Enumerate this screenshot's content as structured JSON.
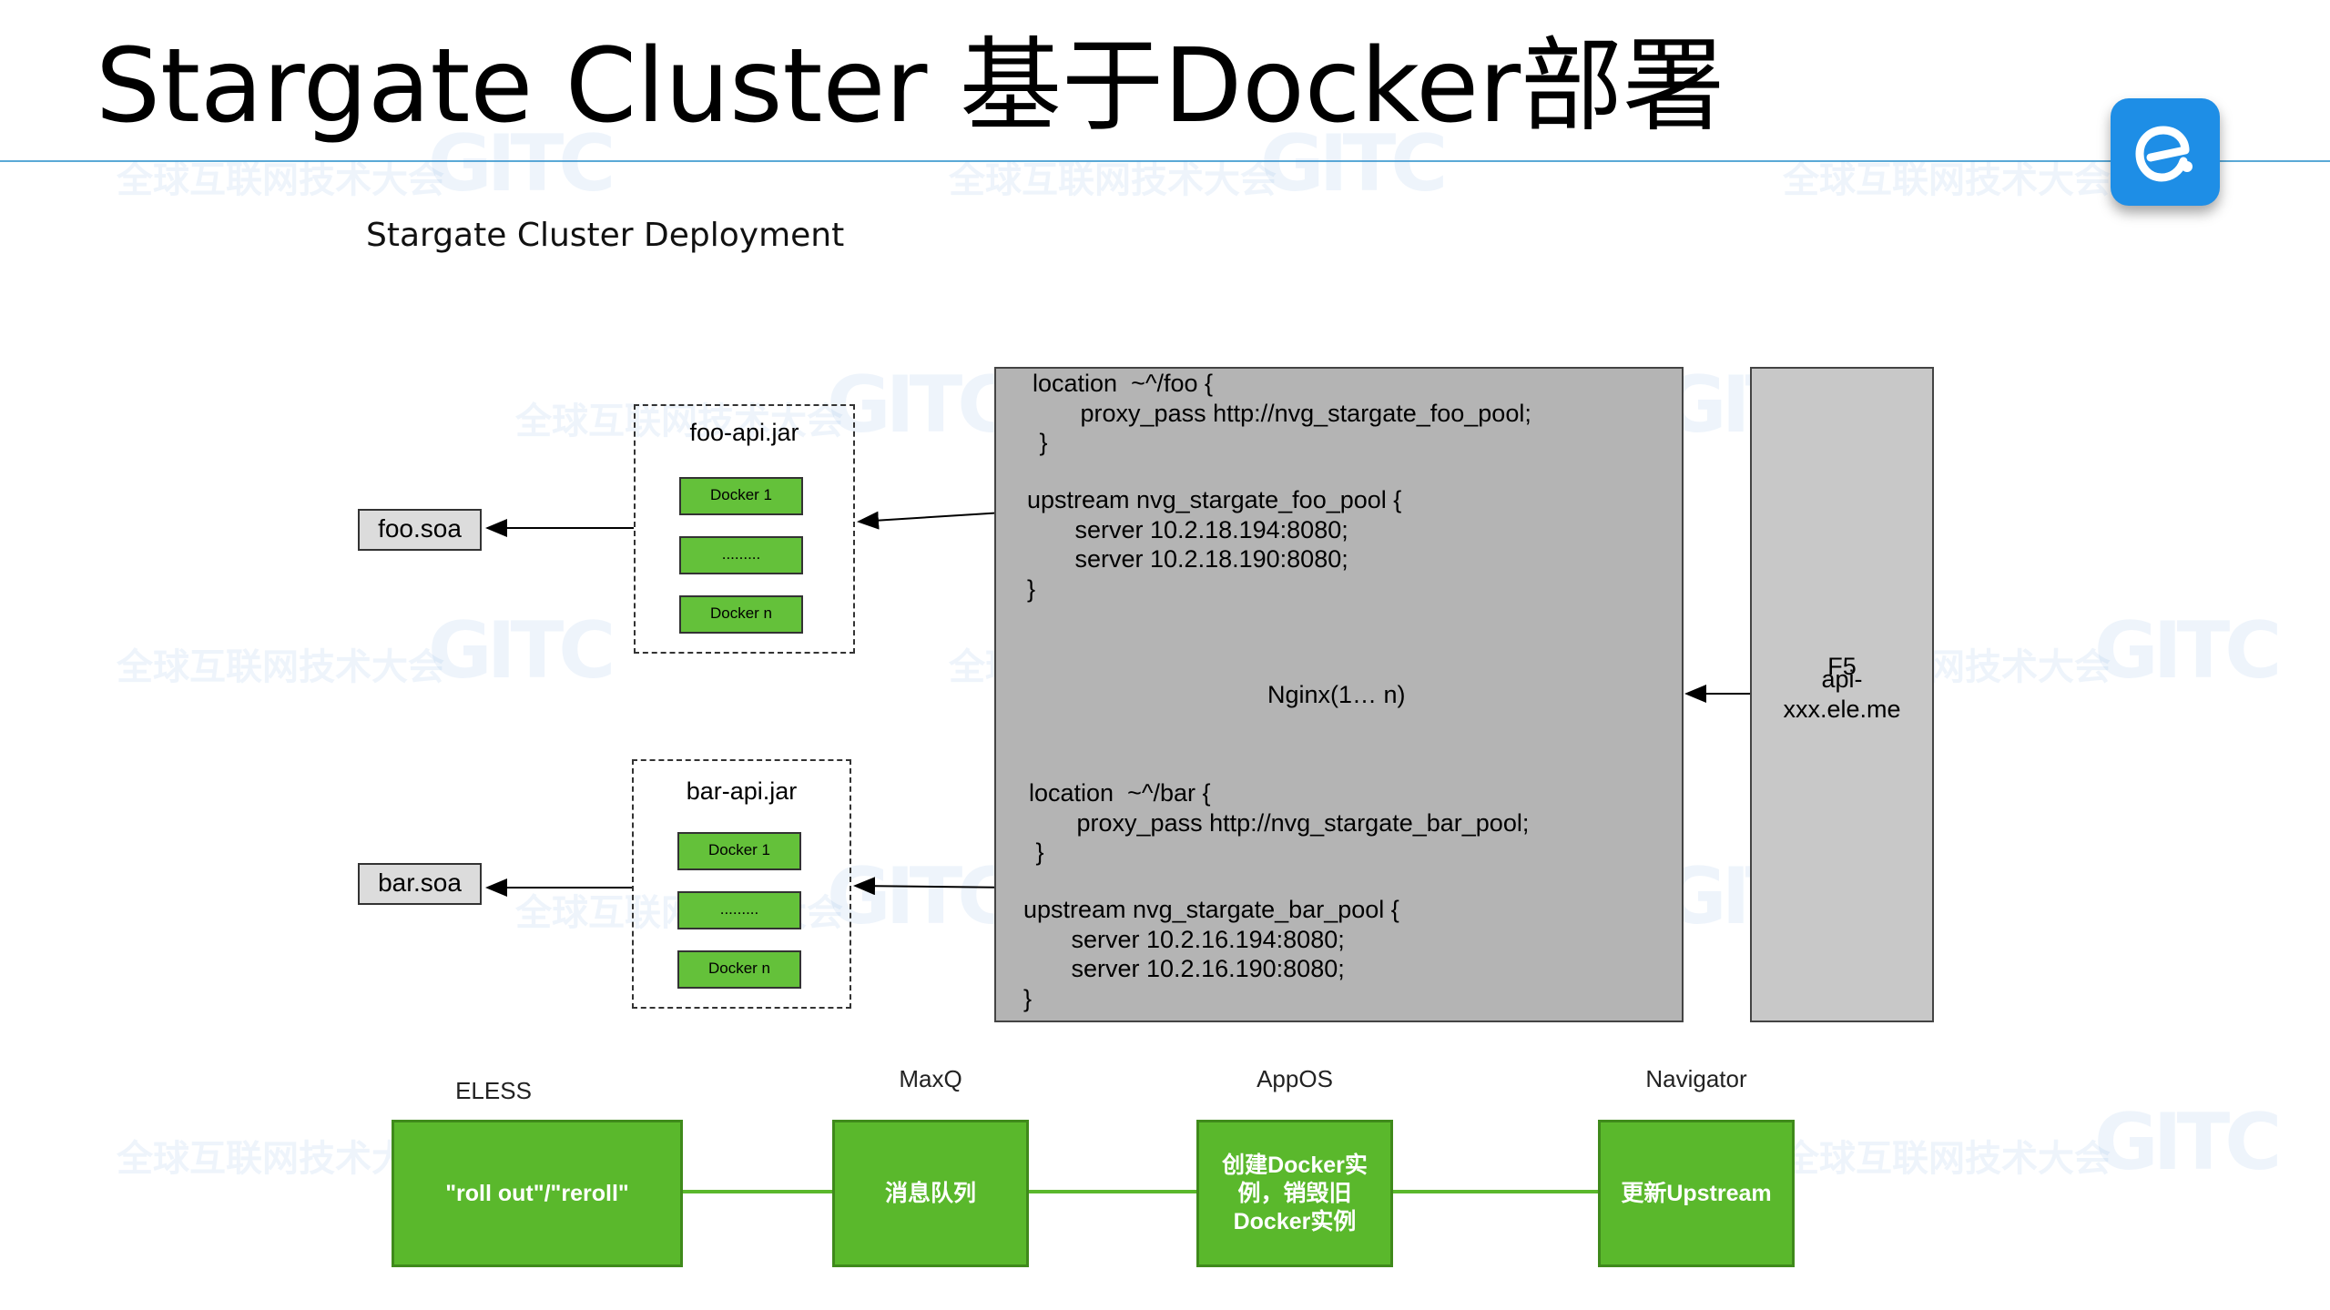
{
  "slide": {
    "title": "Stargate Cluster  基于Docker部署",
    "subtitle": "Stargate Cluster Deployment",
    "watermark_text": "全球互联网技术大会",
    "watermark_mark": "GITC",
    "logo_glyph": "e",
    "logo_icon": "ele-logo-icon",
    "accent_color": "#1e8ee6"
  },
  "diagram": {
    "soa_nodes": [
      {
        "label": "foo.soa"
      },
      {
        "label": "bar.soa"
      }
    ],
    "jars": [
      {
        "label": "foo-api.jar",
        "dockers": [
          "Docker 1",
          ".........",
          "Docker n"
        ]
      },
      {
        "label": "bar-api.jar",
        "dockers": [
          "Docker 1",
          ".........",
          "Docker n"
        ]
      }
    ],
    "nginx": {
      "foo_location": "location  ~^/foo {\n       proxy_pass http://nvg_stargate_foo_pool;\n }",
      "foo_upstream": "upstream nvg_stargate_foo_pool {\n       server 10.2.18.194:8080;\n       server 10.2.18.190:8080;\n}",
      "label": "Nginx(1… n)",
      "bar_location": "location  ~^/bar {\n       proxy_pass http://nvg_stargate_bar_pool;\n }",
      "bar_upstream": "upstream nvg_stargate_bar_pool {\n       server 10.2.16.194:8080;\n       server 10.2.16.190:8080;\n}"
    },
    "f5": {
      "label": "F5",
      "host": "api-\nxxx.ele.me"
    },
    "pipeline": [
      {
        "system": "ELESS",
        "action": "\"roll out\"/\"reroll\""
      },
      {
        "system": "MaxQ",
        "action": "消息队列"
      },
      {
        "system": "AppOS",
        "action": "创建Docker实例，销毁旧Docker实例"
      },
      {
        "system": "Navigator",
        "action": "更新Upstream"
      }
    ],
    "colors": {
      "docker_green": "#64c13a",
      "stage_green": "#5ab82c",
      "nginx_gray": "#b4b4b4",
      "f5_gray": "#c8c8c8",
      "rule_blue": "#5aa9d6"
    }
  }
}
